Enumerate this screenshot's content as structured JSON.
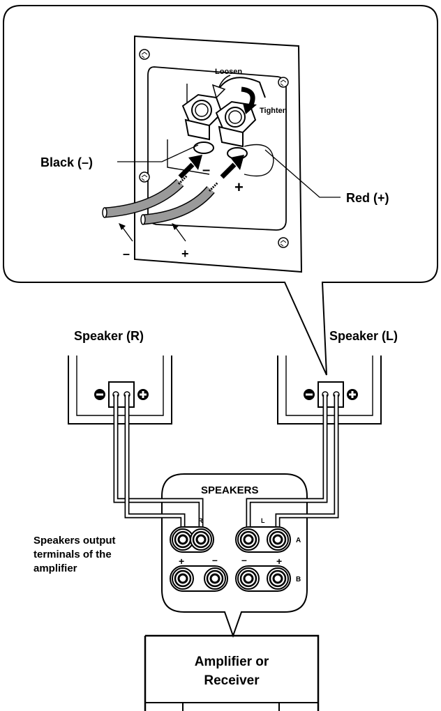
{
  "callout": {
    "loosen": "Loosen",
    "tighten": "Tighten",
    "black_label": "Black (–)",
    "red_label": "Red (+)",
    "minus_sign": "–",
    "plus_sign": "+",
    "wire_minus": "–",
    "wire_plus": "+"
  },
  "speakers": {
    "right": "Speaker (R)",
    "left": "Speaker (L)"
  },
  "panel": {
    "title": "SPEAKERS",
    "ch_r": "R",
    "ch_l": "L",
    "row_a": "A",
    "row_b": "B",
    "r_plus": "+",
    "r_minus": "–",
    "l_minus": "–",
    "l_plus": "+"
  },
  "output_caption": {
    "line1": "Speakers output",
    "line2": "terminals of the",
    "line3": "amplifier"
  },
  "amp": {
    "line1": "Amplifier or",
    "line2": "Receiver"
  },
  "colors": {
    "ink": "#000000",
    "wire_gray": "#9a9a9a",
    "background": "#ffffff"
  }
}
